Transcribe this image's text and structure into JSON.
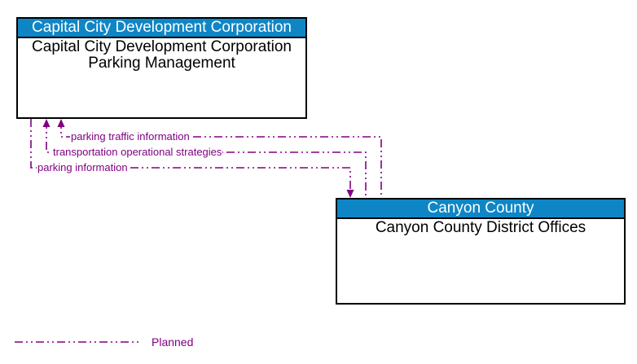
{
  "diagram": {
    "entities": [
      {
        "header": "Capital City Development Corporation",
        "body_lines": [
          "Capital City Development Corporation",
          "Parking Management"
        ]
      },
      {
        "header": "Canyon County",
        "body_lines": [
          "Canyon County District Offices"
        ]
      }
    ],
    "flows": [
      {
        "label": "parking traffic information",
        "from": "Canyon County District Offices",
        "to": "Capital City Development Corporation Parking Management",
        "status": "Planned"
      },
      {
        "label": "transportation operational strategies",
        "from": "Canyon County District Offices",
        "to": "Capital City Development Corporation Parking Management",
        "status": "Planned"
      },
      {
        "label": "parking information",
        "from": "Capital City Development Corporation Parking Management",
        "to": "Canyon County District Offices",
        "status": "Planned"
      }
    ],
    "legend": {
      "label": "Planned",
      "line_style": "dash-dot-dot"
    },
    "colors": {
      "entity_header_bg": "#0e86c6",
      "entity_header_text": "#ffffff",
      "entity_body_text": "#000000",
      "entity_border": "#000000",
      "flow_line": "#800080",
      "background": "#ffffff"
    }
  }
}
